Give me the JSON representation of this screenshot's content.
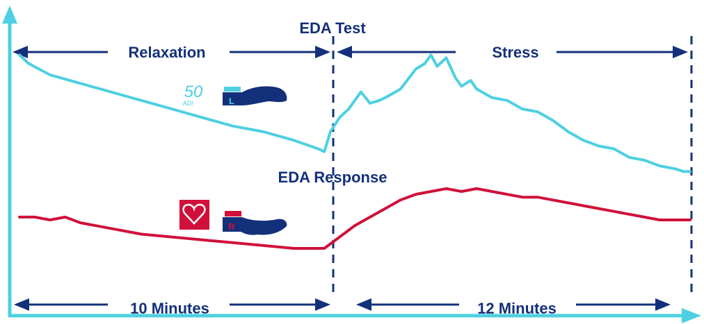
{
  "colors": {
    "cyan": "#4dd0e1",
    "red": "#d0103a",
    "navy": "#13307a",
    "white": "#ffffff"
  },
  "headings": {
    "test": "EDA Test",
    "response": "EDA Response"
  },
  "phases": {
    "relaxation": "Relaxation",
    "stress": "Stress"
  },
  "durations": {
    "relaxation": "10 Minutes",
    "stress": "12 Minutes"
  },
  "hands": {
    "left": {
      "badge": "L",
      "value": "50",
      "unit": "ADI"
    },
    "right": {
      "badge": "R"
    }
  },
  "icons": {
    "heart": "heart-icon",
    "left_hand": "left-hand-icon",
    "right_hand": "right-hand-icon"
  },
  "chart_data": {
    "type": "line",
    "title": "",
    "xlabel": "",
    "ylabel": "",
    "grid": false,
    "axis_ticks": false,
    "phase_boundary_minutes": 10,
    "phases": [
      {
        "name": "Relaxation",
        "start_min": 0,
        "end_min": 10
      },
      {
        "name": "Stress",
        "start_min": 10,
        "end_min": 22
      }
    ],
    "xlim": [
      0,
      22
    ],
    "ylim": [
      0,
      100
    ],
    "series": [
      {
        "key": "left",
        "color": "#4dd0e1",
        "x": [
          0,
          0.3,
          1,
          2,
          3,
          4,
          5,
          6,
          7,
          8,
          9,
          9.8,
          10,
          10.2,
          10.5,
          10.8,
          11.0,
          11.2,
          11.5,
          11.8,
          12.0,
          12.5,
          13.0,
          13.3,
          13.5,
          13.7,
          14.0,
          14.3,
          14.5,
          14.8,
          15.0,
          15.5,
          16.0,
          16.5,
          17.0,
          17.5,
          18.0,
          18.5,
          19.0,
          19.5,
          20.0,
          20.5,
          21.0,
          21.5,
          21.8,
          22.0
        ],
        "y": [
          88,
          85,
          81,
          78,
          75,
          72,
          69,
          66,
          63,
          61,
          58,
          55,
          54,
          61,
          66,
          69,
          72,
          75,
          71,
          72,
          73,
          76,
          83,
          85,
          88,
          84,
          87,
          80,
          77,
          79,
          76,
          73,
          72,
          69,
          68,
          65,
          61,
          58,
          56,
          55,
          52,
          51,
          49,
          48,
          47,
          47
        ]
      },
      {
        "key": "right",
        "color": "#d0103a",
        "x": [
          0,
          0.5,
          1.0,
          1.5,
          2,
          3,
          4,
          5,
          6,
          7,
          8,
          9,
          9.8,
          10.0,
          10.5,
          11.0,
          11.5,
          12.0,
          12.5,
          13.0,
          13.5,
          14.0,
          14.5,
          15.0,
          15.5,
          16.0,
          16.5,
          17.0,
          17.5,
          18.0,
          18.5,
          19.0,
          19.5,
          20.0,
          20.5,
          21.0,
          21.5,
          22.0
        ],
        "y": [
          31,
          31,
          30,
          31,
          29,
          27,
          25,
          24,
          23,
          22,
          21,
          20,
          20,
          20,
          24,
          28,
          31,
          34,
          37,
          39,
          40,
          41,
          40,
          41,
          40,
          39,
          38,
          38,
          37,
          36,
          35,
          34,
          33,
          32,
          31,
          30,
          30,
          30
        ]
      }
    ]
  }
}
